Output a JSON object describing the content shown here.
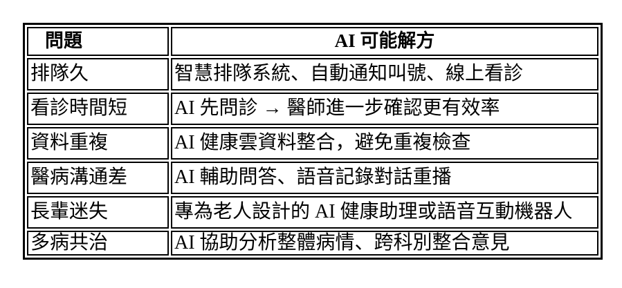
{
  "colors": {
    "border": "#000000",
    "text": "#000000",
    "background": "#ffffff"
  },
  "table": {
    "headers": [
      "問題",
      "AI 可能解方"
    ],
    "rows": [
      {
        "problem": "排隊久",
        "solution": "智慧排隊系統、自動通知叫號、線上看診"
      },
      {
        "problem": "看診時間短",
        "solution": "AI 先問診 → 醫師進一步確認更有效率"
      },
      {
        "problem": "資料重複",
        "solution": "AI 健康雲資料整合，避免重複檢查"
      },
      {
        "problem": "醫病溝通差",
        "solution": "AI 輔助問答、語音記錄對話重播"
      },
      {
        "problem": "長輩迷失",
        "solution": "專為老人設計的 AI 健康助理或語音互動機器人"
      },
      {
        "problem": "多病共治",
        "solution": "AI 協助分析整體病情、跨科別整合意見"
      }
    ]
  }
}
